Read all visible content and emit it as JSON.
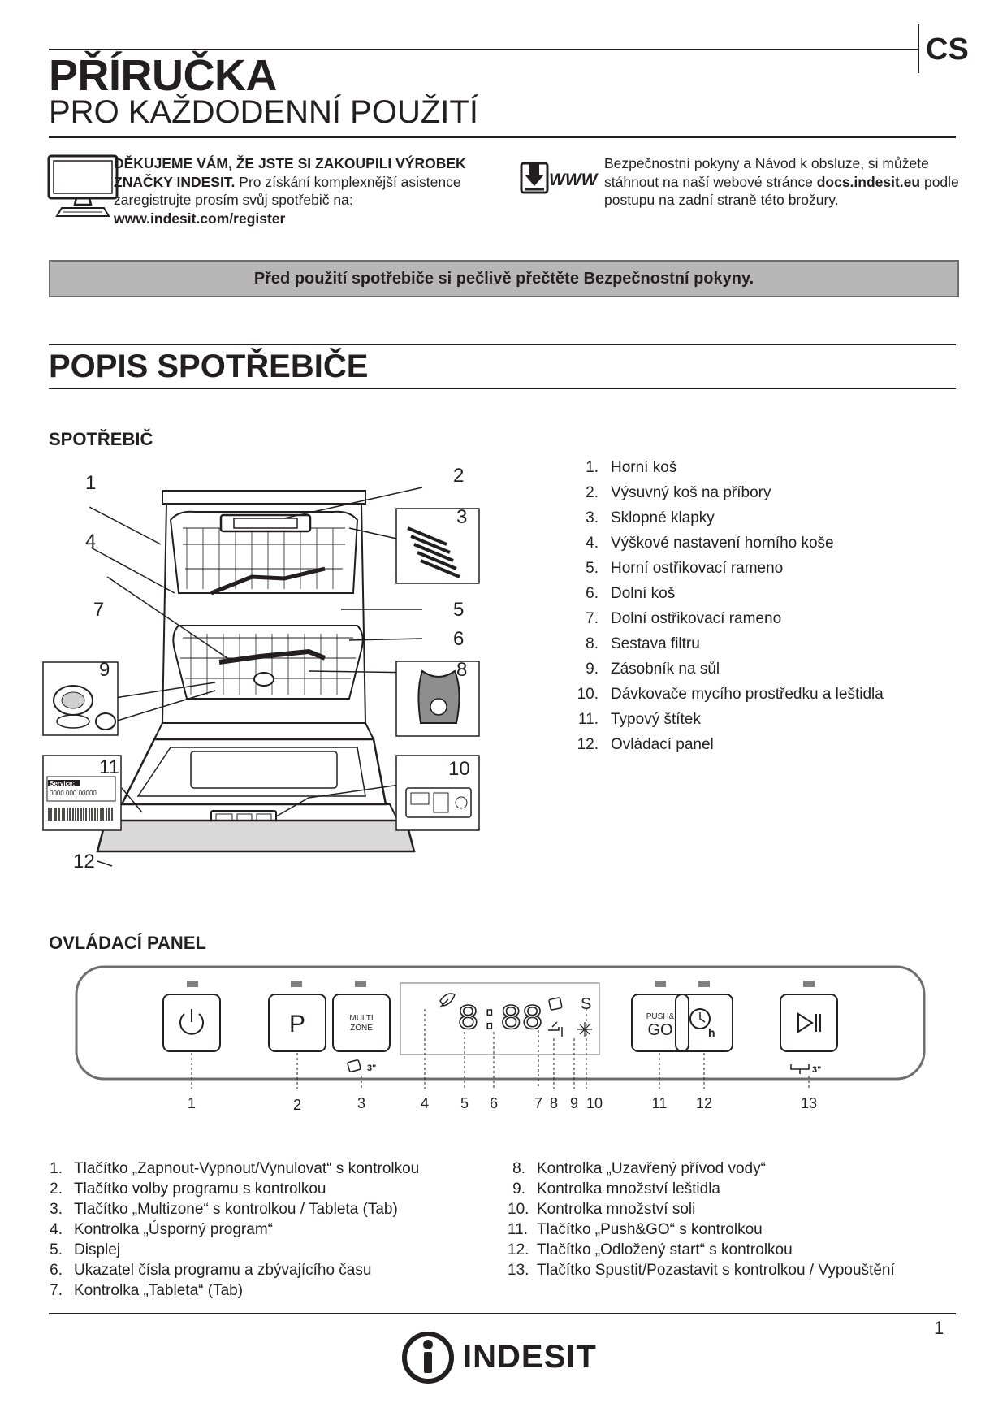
{
  "header": {
    "title": "PŘÍRUČKA",
    "subtitle": "PRO KAŽDODENNÍ POUŽITÍ",
    "language_code": "CS"
  },
  "intro_left": {
    "icon": "computer-icon",
    "bold_text": "DĚKUJEME VÁM, ŽE JSTE SI ZAKOUPILI VÝROBEK ZNAČKY INDESIT.",
    "text": " Pro získání komplexnější asistence zaregistrujte prosím svůj spotřebič na:",
    "link": "www.indesit.com/register"
  },
  "intro_right": {
    "icon": "www-download-icon",
    "icon_text": "WWW",
    "text_before": "Bezpečnostní pokyny a Návod k obsluze, si můžete stáhnout na naší webové stránce ",
    "link": "docs.indesit.eu",
    "text_after": " podle postupu na zadní straně této brožury."
  },
  "notice": "Před použití spotřebiče si pečlivě přečtěte Bezpečnostní pokyny.",
  "section_title": "POPIS SPOTŘEBIČE",
  "appliance": {
    "heading": "SPOTŘEBIČ",
    "callouts": [
      "1",
      "2",
      "3",
      "4",
      "5",
      "6",
      "7",
      "8",
      "9",
      "10",
      "11",
      "12"
    ],
    "label_service": "Service:",
    "label_number": "0000 000 00000",
    "items": [
      {
        "n": "1.",
        "text": "Horní koš"
      },
      {
        "n": "2.",
        "text": "Výsuvný koš na příbory"
      },
      {
        "n": "3.",
        "text": "Sklopné klapky"
      },
      {
        "n": "4.",
        "text": "Výškové nastavení horního koše"
      },
      {
        "n": "5.",
        "text": "Horní ostřikovací rameno"
      },
      {
        "n": "6.",
        "text": "Dolní koš"
      },
      {
        "n": "7.",
        "text": "Dolní ostřikovací rameno"
      },
      {
        "n": "8.",
        "text": "Sestava filtru"
      },
      {
        "n": "9.",
        "text": "Zásobník na sůl"
      },
      {
        "n": "10.",
        "text": "Dávkovače mycího prostředku a leštidla"
      },
      {
        "n": "11.",
        "text": "Typový štítek"
      },
      {
        "n": "12.",
        "text": "Ovládací panel"
      }
    ]
  },
  "control_panel": {
    "heading": "OVLÁDACÍ PANEL",
    "btn_program": "P",
    "btn_multizone_1": "MULTI",
    "btn_multizone_2": "ZONE",
    "tab_time": "3\"",
    "drain_time": "3\"",
    "display_digits": "8:88",
    "display_s": "S",
    "pushgo_1": "PUSH&",
    "pushgo_2": "GO",
    "delay_h": "h",
    "callouts": [
      "1",
      "2",
      "3",
      "4",
      "5",
      "6",
      "7",
      "8",
      "9",
      "10",
      "11",
      "12",
      "13"
    ],
    "items_left": [
      {
        "n": "1.",
        "text": "Tlačítko „Zapnout-Vypnout/Vynulovat“ s kontrolkou"
      },
      {
        "n": "2.",
        "text": "Tlačítko volby programu s kontrolkou"
      },
      {
        "n": "3.",
        "text": "Tlačítko „Multizone“ s kontrolkou / Tableta (Tab)"
      },
      {
        "n": "4.",
        "text": "Kontrolka „Úsporný program“"
      },
      {
        "n": "5.",
        "text": "Displej"
      },
      {
        "n": "6.",
        "text": "Ukazatel čísla programu a zbývajícího času"
      },
      {
        "n": "7.",
        "text": "Kontrolka „Tableta“ (Tab)"
      }
    ],
    "items_right": [
      {
        "n": "8.",
        "text": "Kontrolka „Uzavřený přívod vody“"
      },
      {
        "n": "9.",
        "text": "Kontrolka množství leštidla"
      },
      {
        "n": "10.",
        "text": "Kontrolka množství soli"
      },
      {
        "n": "11.",
        "text": "Tlačítko „Push&GO“ s kontrolkou"
      },
      {
        "n": "12.",
        "text": "Tlačítko „Odložený start“  s kontrolkou"
      },
      {
        "n": "13.",
        "text": "Tlačítko Spustit/Pozastavit s kontrolkou / Vypouštění"
      }
    ]
  },
  "footer": {
    "page_number": "1",
    "brand": "INDESIT"
  }
}
